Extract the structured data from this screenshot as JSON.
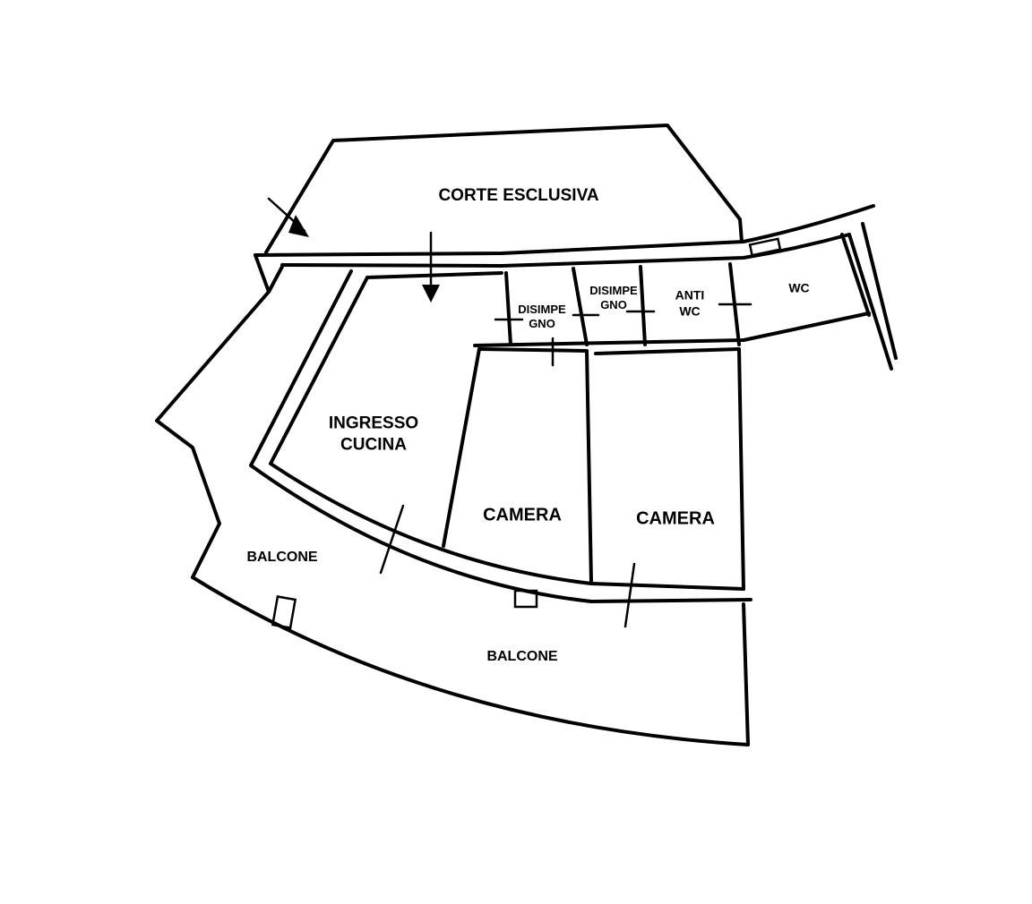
{
  "plan": {
    "rooms": {
      "corte": "CORTE ESCLUSIVA",
      "ingresso_1": "INGRESSO",
      "ingresso_2": "CUCINA",
      "camera_1": "CAMERA",
      "camera_2": "CAMERA",
      "disimpegno_1a": "DISIMPE",
      "disimpegno_1b": "GNO",
      "disimpegno_2a": "DISIMPE",
      "disimpegno_2b": "GNO",
      "antiwc_1": "ANTI",
      "antiwc_2": "WC",
      "wc": "WC",
      "balcone_left": "BALCONE",
      "balcone_bottom": "BALCONE"
    },
    "line_color": "#000000",
    "background": "#ffffff"
  }
}
